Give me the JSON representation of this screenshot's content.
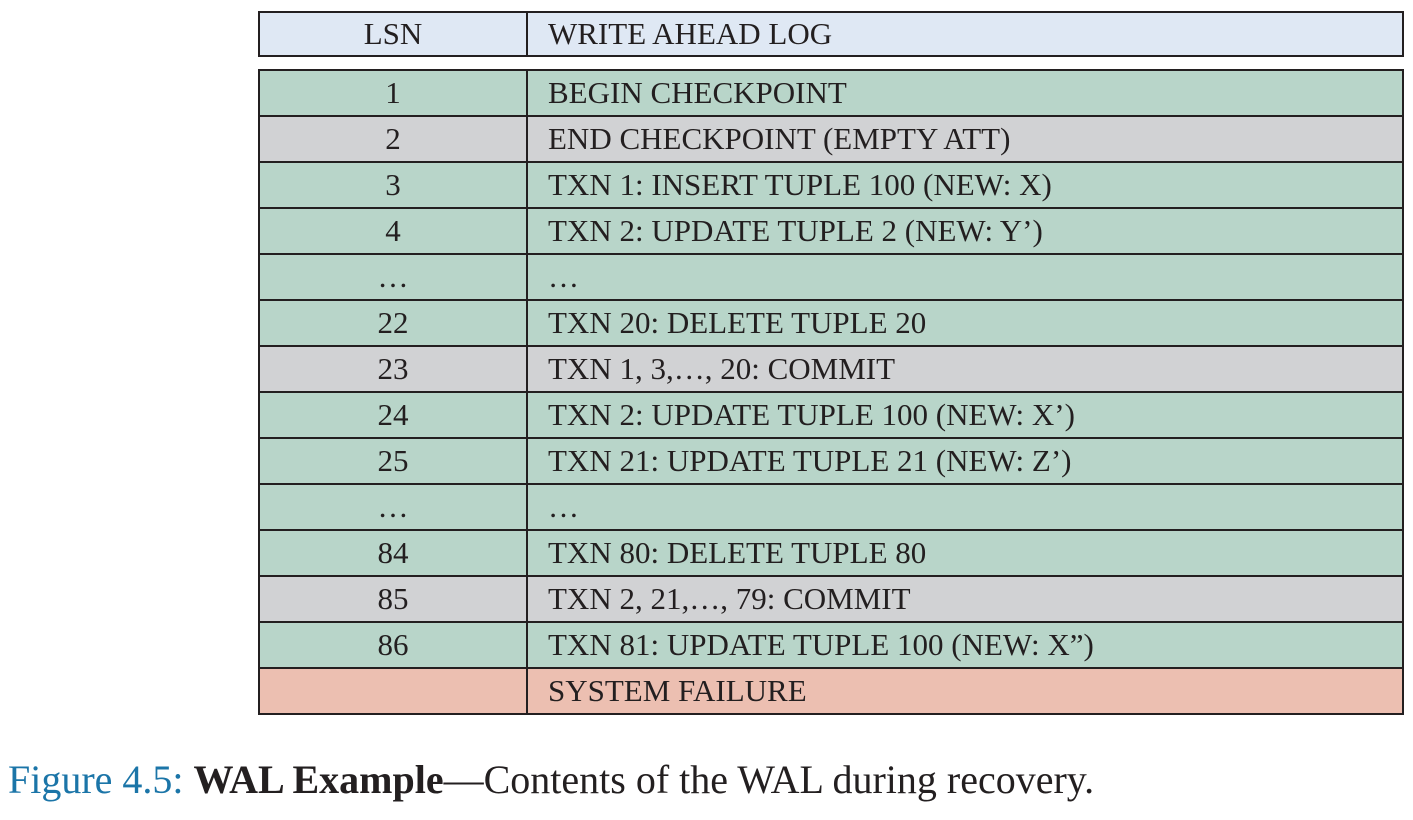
{
  "table": {
    "header": {
      "lsn": "LSN",
      "log": "WRITE AHEAD LOG"
    },
    "rows": [
      {
        "lsn": "1",
        "text": "BEGIN CHECKPOINT",
        "kind": "green"
      },
      {
        "lsn": "2",
        "text": "END CHECKPOINT (EMPTY ATT)",
        "kind": "gray"
      },
      {
        "lsn": "3",
        "text": "TXN 1: INSERT TUPLE 100 (NEW: X)",
        "kind": "green"
      },
      {
        "lsn": "4",
        "text": "TXN 2: UPDATE TUPLE 2 (NEW: Y’)",
        "kind": "green"
      },
      {
        "lsn": "…",
        "text": "…",
        "kind": "green"
      },
      {
        "lsn": "22",
        "text": "TXN 20: DELETE TUPLE 20",
        "kind": "green"
      },
      {
        "lsn": "23",
        "text": "TXN 1, 3,…, 20: COMMIT",
        "kind": "gray"
      },
      {
        "lsn": "24",
        "text": "TXN 2: UPDATE TUPLE 100 (NEW: X’)",
        "kind": "green"
      },
      {
        "lsn": "25",
        "text": "TXN 21: UPDATE TUPLE 21 (NEW: Z’)",
        "kind": "green"
      },
      {
        "lsn": "…",
        "text": "…",
        "kind": "green"
      },
      {
        "lsn": "84",
        "text": "TXN 80: DELETE TUPLE 80",
        "kind": "green"
      },
      {
        "lsn": "85",
        "text": "TXN 2, 21,…, 79: COMMIT",
        "kind": "gray"
      },
      {
        "lsn": "86",
        "text": "TXN 81: UPDATE TUPLE 100 (NEW: X”)",
        "kind": "green"
      },
      {
        "lsn": "",
        "text": "SYSTEM FAILURE",
        "kind": "red"
      }
    ]
  },
  "caption": {
    "number": "Figure 4.5:",
    "title": "WAL Example",
    "text": "—Contents of the WAL during recovery."
  },
  "colors": {
    "header_bg": "#dfe8f4",
    "green": "#b8d5c9",
    "gray": "#d1d2d4",
    "red": "#ecbfb1",
    "figure_number": "#1b75a8"
  }
}
